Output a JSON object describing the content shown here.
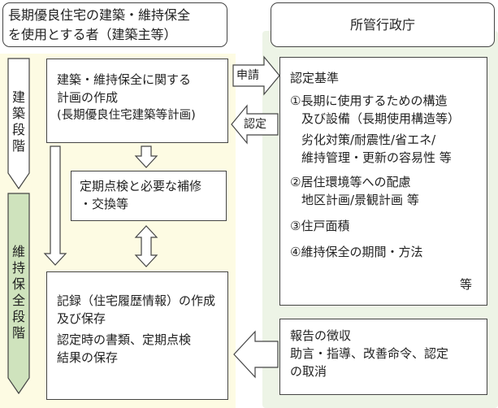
{
  "applicant": {
    "line1": "長期優良住宅の建築・維持保全",
    "line2": "を使用とする者（建築主等）"
  },
  "authority": {
    "label": "所管行政庁"
  },
  "stages": {
    "construction": "建築段階",
    "maintenance": "維持保全段階"
  },
  "plan_box": {
    "line1": "建築・維持保全に関する",
    "line2": "計画の作成",
    "line3": "(長期優良住宅建築等計画)"
  },
  "arrows": {
    "apply": "申請",
    "certify": "認定"
  },
  "criteria_box": {
    "title": "認定基準",
    "item1_line1": "①長期に使用するための構造",
    "item1_line2": "及び設備（長期使用構造等）",
    "item1_detail1": "劣化対策/耐震性/省エネ/",
    "item1_detail2": "維持管理・更新の容易性 等",
    "item2_line1": "②居住環境等への配慮",
    "item2_line2": "地区計画/景観計画 等",
    "item3": "③住戸面積",
    "item4": "④維持保全の期間・方法",
    "etc": "等"
  },
  "inspection_box": {
    "line1": "定期点検と必要な補修",
    "line2": "・交換等"
  },
  "record_box": {
    "line1": "記録（住宅履歴情報）の作成",
    "line2": "及び保存",
    "line3": "認定時の書類、定期点検",
    "line4": "結果の保存"
  },
  "report_box": {
    "line1": "報告の徴収",
    "line2": "助言・指導、改善命令、認定",
    "line3": "の取消"
  },
  "colors": {
    "left_panel": "#fdfbe3",
    "right_panel": "#edf4e6",
    "stage_construction_fill": "#ffffff",
    "stage_maintenance_fill": "#cfe3bd"
  }
}
